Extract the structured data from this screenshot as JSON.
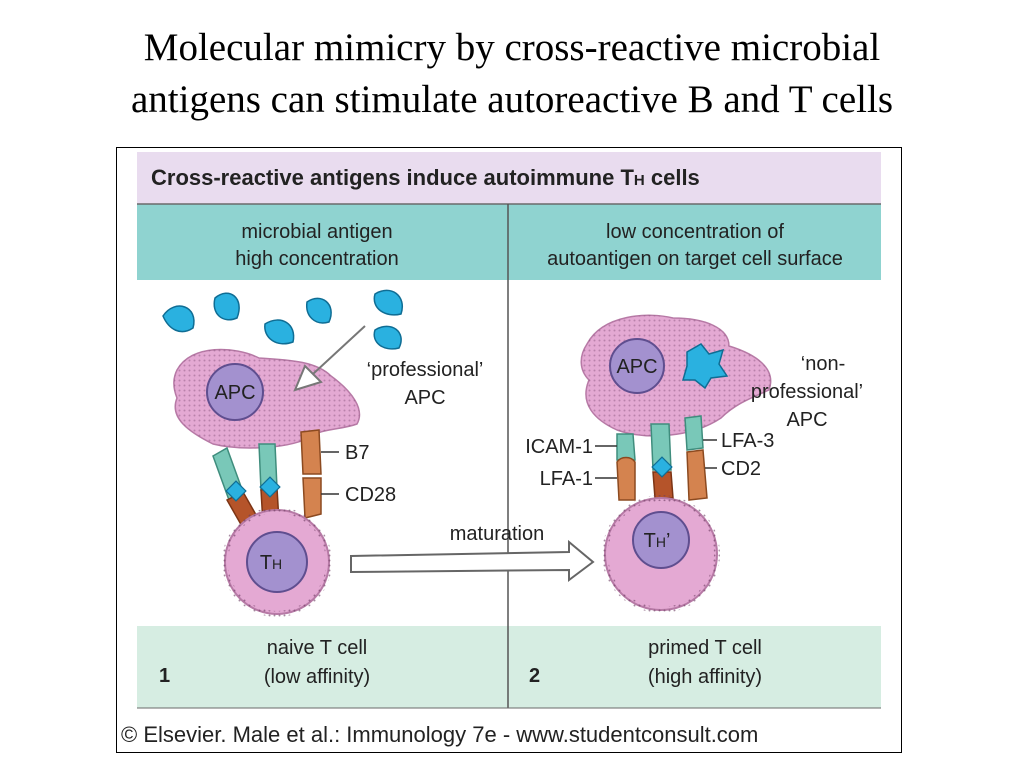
{
  "slide": {
    "title_line1": "Molecular mimicry by cross-reactive microbial",
    "title_line2": "antigens can stimulate autoreactive B and T cells"
  },
  "figure": {
    "heading": "Cross-reactive antigens induce autoimmune T",
    "heading_sub": "H",
    "heading_end": " cells",
    "panel1": {
      "header_line1": "microbial antigen",
      "header_line2": "high concentration",
      "apc_label": "APC",
      "apc_desc_line1": "‘professional’",
      "apc_desc_line2": "APC",
      "b7_label": "B7",
      "cd28_label": "CD28",
      "th_label": "T",
      "th_sub": "H",
      "number": "1",
      "footer_line1": "naive T cell",
      "footer_line2": "(low affinity)"
    },
    "arrow_label": "maturation",
    "panel2": {
      "header_line1": "low concentration of",
      "header_line2": "autoantigen on target cell surface",
      "apc_label": "APC",
      "apc_desc_line1": "‘non-",
      "apc_desc_line2": "professional’",
      "apc_desc_line3": "APC",
      "icam_label": "ICAM-1",
      "lfa1_label": "LFA-1",
      "lfa3_label": "LFA-3",
      "cd2_label": "CD2",
      "th_label": "T",
      "th_sub": "H",
      "th_prime": "’",
      "number": "2",
      "footer_line1": "primed T cell",
      "footer_line2": "(high affinity)"
    },
    "copyright": "© Elsevier. Male et al.: Immunology 7e - www.studentconsult.com"
  },
  "colors": {
    "title_band": "#e9dcef",
    "header_band": "#8fd3d0",
    "footer_band": "#d6ede2",
    "apc": "#e4a9d3",
    "nucleus": "#a391cf",
    "antigen": "#2ab1e0",
    "receptor_teal": "#79c8b8",
    "receptor_orange": "#d4834f",
    "receptor_brown": "#b5542a"
  }
}
